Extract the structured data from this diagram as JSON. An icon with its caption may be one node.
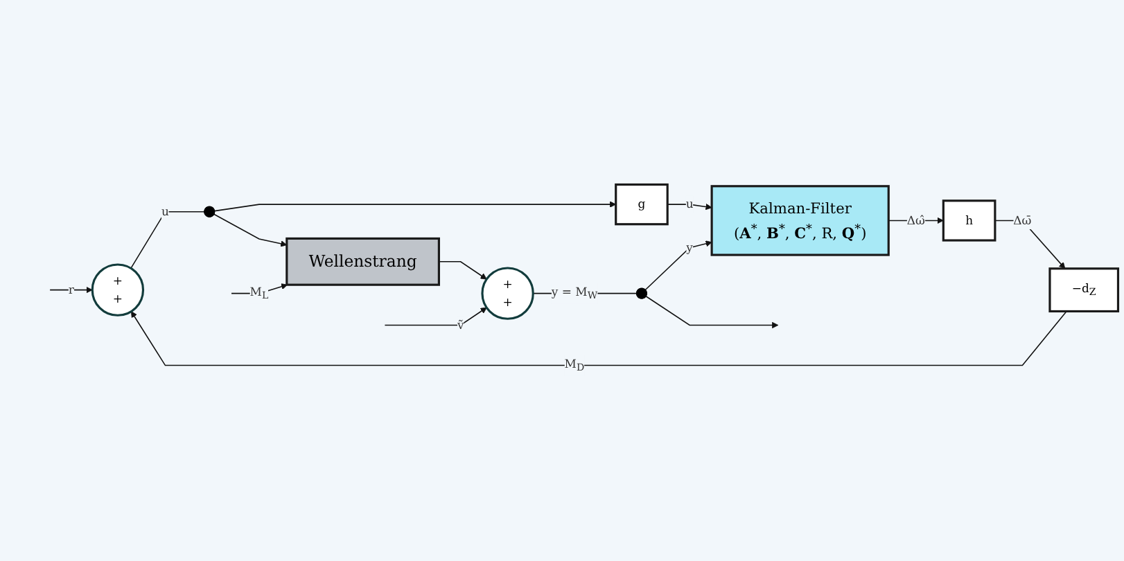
{
  "diagram": {
    "nodes": [
      {
        "text": [
          "+",
          "+"
        ]
      },
      {
        "text": [
          "Wellenstrang"
        ]
      },
      {
        "text": [
          "+",
          "+"
        ]
      },
      {
        "text": [
          "g"
        ]
      },
      {
        "text": [
          "Kalman-Filter",
          "(**A**$^{*}$, **B**$^{*}$, **C**$^{*}$, R, **Q**$^{*}$)"
        ]
      },
      {
        "text": [
          "h"
        ]
      },
      {
        "text": [
          "−d$_{Z}$"
        ]
      },
      {
        "text": [],
        "shape": "circle"
      },
      {
        "text": [],
        "shape": "circle"
      }
    ],
    "edges": [
      {
        "from": null,
        "to": 0,
        "arrow": "to",
        "label": "r"
      },
      {
        "from": 0,
        "to": 7,
        "arrow": "none",
        "label": "u"
      },
      {
        "from": 7,
        "to": 1,
        "arrow": "to"
      },
      {
        "from": null,
        "to": 1,
        "arrow": "to",
        "label": "M$_{L}$"
      },
      {
        "from": 1,
        "to": 2,
        "arrow": "to"
      },
      {
        "from": null,
        "to": 2,
        "arrow": "to",
        "label": "ṽ"
      },
      {
        "from": 2,
        "to": 8,
        "arrow": "none",
        "label": "y = M$_{W}$"
      },
      {
        "from": 8,
        "to": null,
        "arrow": "to"
      },
      {
        "from": 7,
        "to": 3,
        "arrow": "to"
      },
      {
        "from": 3,
        "to": 4,
        "arrow": "to",
        "label": "u"
      },
      {
        "from": 8,
        "to": 4,
        "arrow": "to",
        "label": "y"
      },
      {
        "from": 4,
        "to": 5,
        "arrow": "to",
        "label": "Δω̂"
      },
      {
        "from": 5,
        "to": 6,
        "arrow": "to",
        "label": "Δω̄"
      },
      {
        "from": 6,
        "to": 0,
        "arrow": "to",
        "label": "M$_{D}$"
      }
    ]
  }
}
